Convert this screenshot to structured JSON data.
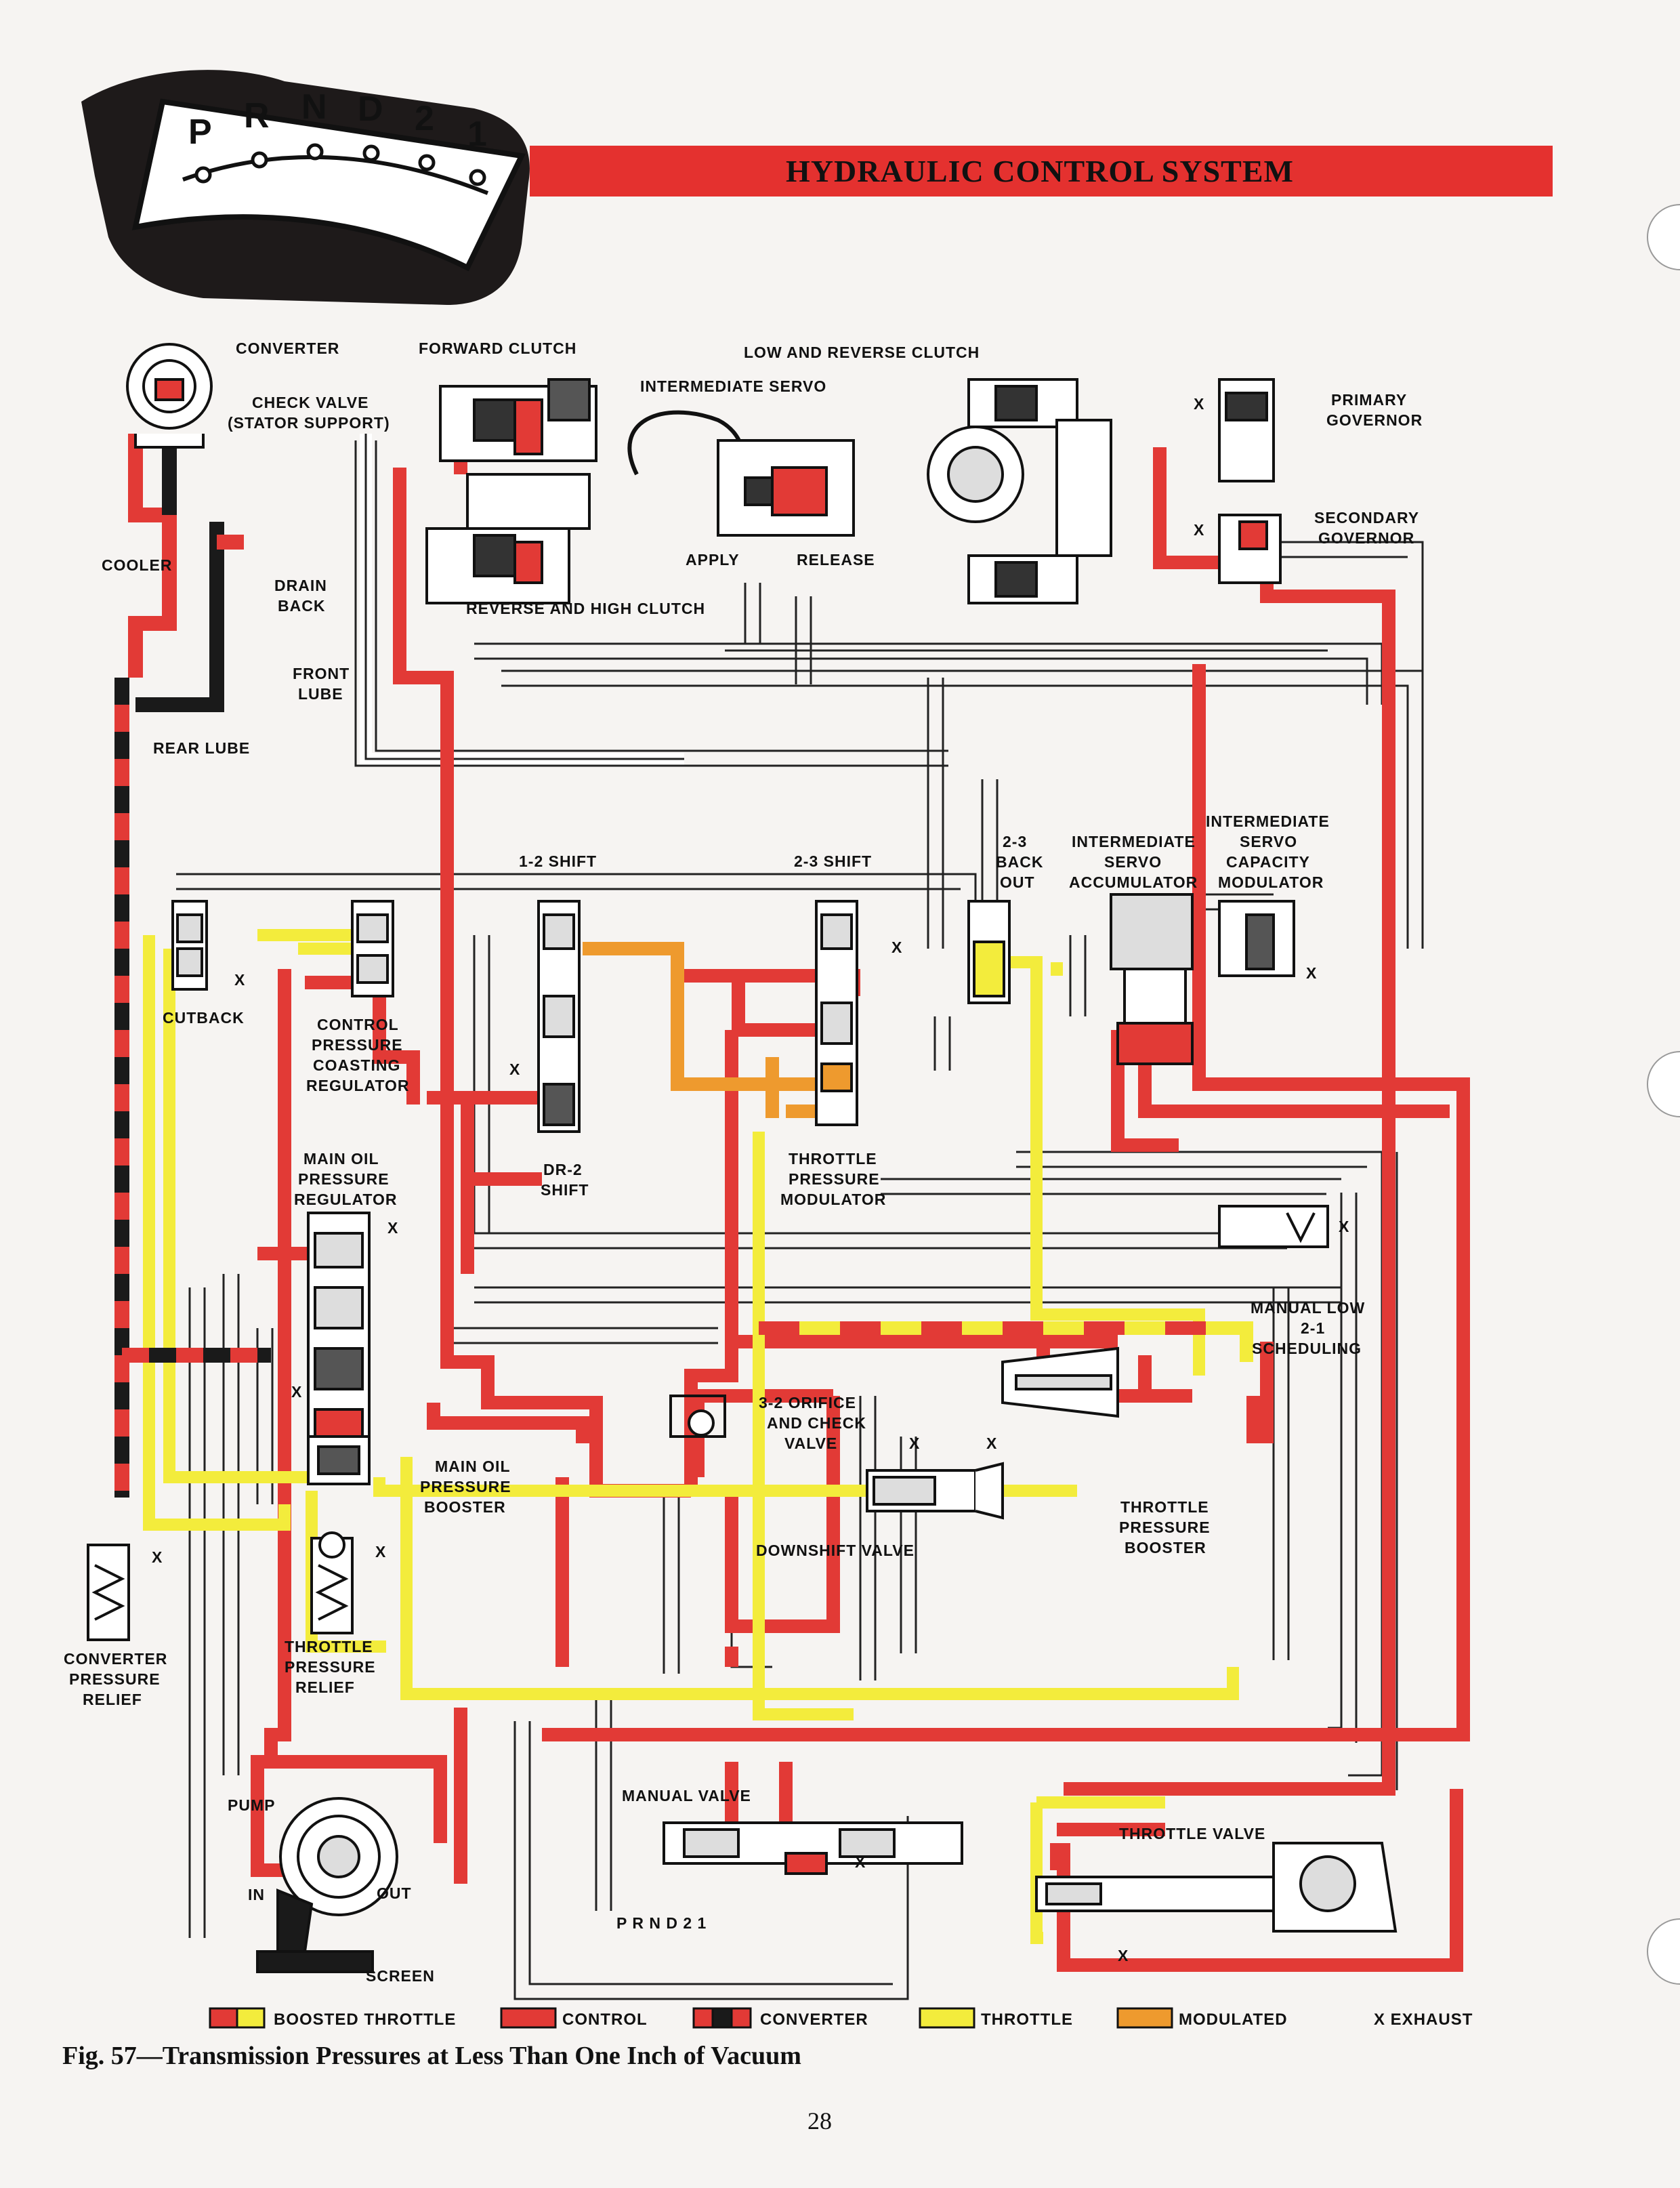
{
  "header": {
    "selector_letters": [
      "P",
      "R",
      "N",
      "D",
      "2",
      "1"
    ],
    "banner_title": "HYDRAULIC CONTROL SYSTEM"
  },
  "labels": {
    "converter": "CONVERTER",
    "forward_clutch": "FORWARD CLUTCH",
    "low_reverse_clutch": "LOW AND REVERSE CLUTCH",
    "intermediate_servo": "INTERMEDIATE SERVO",
    "primary_governor_1": "PRIMARY",
    "primary_governor_2": "GOVERNOR",
    "secondary_governor_1": "SECONDARY",
    "secondary_governor_2": "GOVERNOR",
    "check_valve_1": "CHECK VALVE",
    "check_valve_2": "(STATOR SUPPORT)",
    "cooler": "COOLER",
    "drain_back_1": "DRAIN",
    "drain_back_2": "BACK",
    "front_lube_1": "FRONT",
    "front_lube_2": "LUBE",
    "rear_lube": "REAR LUBE",
    "apply": "APPLY",
    "release": "RELEASE",
    "reverse_high_clutch": "REVERSE AND HIGH CLUTCH",
    "shift_12": "1-2 SHIFT",
    "shift_23": "2-3 SHIFT",
    "backout_1": "2-3",
    "backout_2": "BACK",
    "backout_3": "OUT",
    "int_servo_acc_1": "INTERMEDIATE",
    "int_servo_acc_2": "SERVO",
    "int_servo_acc_3": "ACCUMULATOR",
    "int_servo_cap_1": "INTERMEDIATE",
    "int_servo_cap_2": "SERVO",
    "int_servo_cap_3": "CAPACITY",
    "int_servo_cap_4": "MODULATOR",
    "cutback": "CUTBACK",
    "cpcr_1": "CONTROL",
    "cpcr_2": "PRESSURE",
    "cpcr_3": "COASTING",
    "cpcr_4": "REGULATOR",
    "dr2_1": "DR-2",
    "dr2_2": "SHIFT",
    "tpm_1": "THROTTLE",
    "tpm_2": "PRESSURE",
    "tpm_3": "MODULATOR",
    "mopr_1": "MAIN OIL",
    "mopr_2": "PRESSURE",
    "mopr_3": "REGULATOR",
    "manual_low_1": "MANUAL LOW",
    "manual_low_2": "2-1",
    "manual_low_3": "SCHEDULING",
    "orifice_1": "3-2 ORIFICE",
    "orifice_2": "AND CHECK",
    "orifice_3": "VALVE",
    "mopb_1": "MAIN OIL",
    "mopb_2": "PRESSURE",
    "mopb_3": "BOOSTER",
    "downshift_valve": "DOWNSHIFT VALVE",
    "tpb_1": "THROTTLE",
    "tpb_2": "PRESSURE",
    "tpb_3": "BOOSTER",
    "cpr_1": "CONVERTER",
    "cpr_2": "PRESSURE",
    "cpr_3": "RELIEF",
    "tpr_1": "THROTTLE",
    "tpr_2": "PRESSURE",
    "tpr_3": "RELIEF",
    "pump": "PUMP",
    "in": "IN",
    "out": "OUT",
    "screen": "SCREEN",
    "manual_valve": "MANUAL VALVE",
    "manual_prnd": "P R N D 2 1",
    "throttle_valve": "THROTTLE VALVE",
    "exhaust_mark": "X"
  },
  "legend": {
    "items": [
      {
        "label": "BOOSTED THROTTLE",
        "color": "#e23a36",
        "color2": "#f3ec3c"
      },
      {
        "label": "CONTROL",
        "color": "#e23a36"
      },
      {
        "label": "CONVERTER",
        "color": "#e23a36",
        "color2": "#1a1a1a"
      },
      {
        "label": "THROTTLE",
        "color": "#f3ec3c"
      },
      {
        "label": "MODULATED",
        "color": "#ee9a2e"
      }
    ],
    "exhaust": "X EXHAUST"
  },
  "caption": "Fig. 57—Transmission Pressures at Less Than One Inch of Vacuum",
  "page_number": "28",
  "colors": {
    "control": "#e23a36",
    "throttle": "#f3ec3c",
    "modulated": "#ee9a2e",
    "converter_dark": "#1a1a1a",
    "banner": "#e4312f",
    "line": "#222222",
    "paper": "#f6f4f2"
  }
}
